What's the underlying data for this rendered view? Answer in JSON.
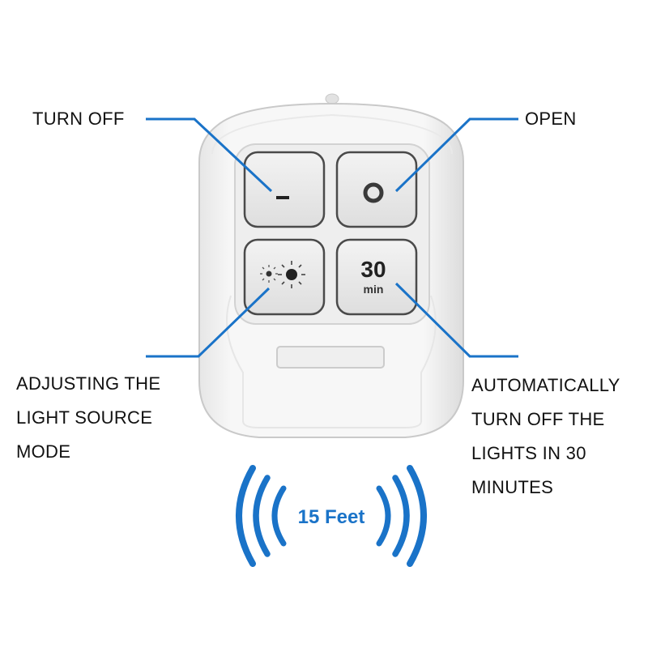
{
  "colors": {
    "accent": "#1a73c8",
    "remote_body": "#f4f4f4",
    "button_face": "#ebebeb",
    "text": "#111111"
  },
  "remote": {
    "buttons": [
      {
        "name": "off",
        "symbol": "–",
        "icon": "minus-icon"
      },
      {
        "name": "on",
        "icon": "ring-icon"
      },
      {
        "name": "mode",
        "icon": "brightness-icon"
      },
      {
        "name": "timer",
        "value": "30",
        "unit": "min"
      }
    ]
  },
  "callouts": {
    "turn_off": [
      "TURN OFF"
    ],
    "open": [
      "OPEN"
    ],
    "adjust": [
      "ADJUSTING THE",
      "LIGHT SOURCE",
      "MODE"
    ],
    "auto_off": [
      "AUTOMATICALLY",
      "TURN OFF THE",
      "LIGHTS IN 30",
      "MINUTES"
    ]
  },
  "range_badge": {
    "text": "15 Feet",
    "icon": "signal-waves-icon"
  }
}
